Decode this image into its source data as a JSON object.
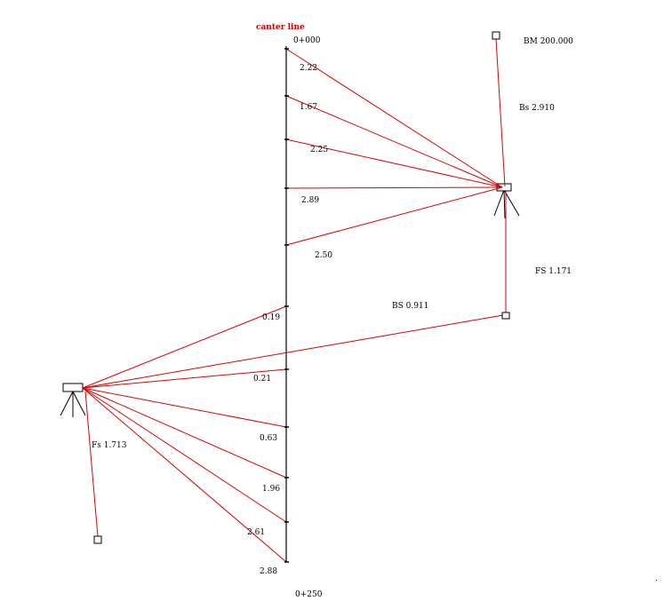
{
  "diagram": {
    "title": "canter line",
    "chainage_start": "0+000",
    "chainage_end": "0+250",
    "benchmark_label": "BM 200.000",
    "instrument_1": {
      "backsight_label": "Bs 2.910",
      "foresight_label": "FS 1.171",
      "readings": [
        "2.22",
        "1.67",
        "2.25",
        "2.89",
        "2.50"
      ]
    },
    "turning_point": {
      "backsight_label": "BS 0.911"
    },
    "instrument_2": {
      "foresight_label": "Fs 1.713",
      "readings": [
        "0.19",
        "0.21",
        "0.63",
        "1.96",
        "2.61",
        "2.88"
      ]
    },
    "colors": {
      "sight_line": "#dd0000",
      "centre_line": "#000000",
      "title": "#cc0000"
    }
  }
}
